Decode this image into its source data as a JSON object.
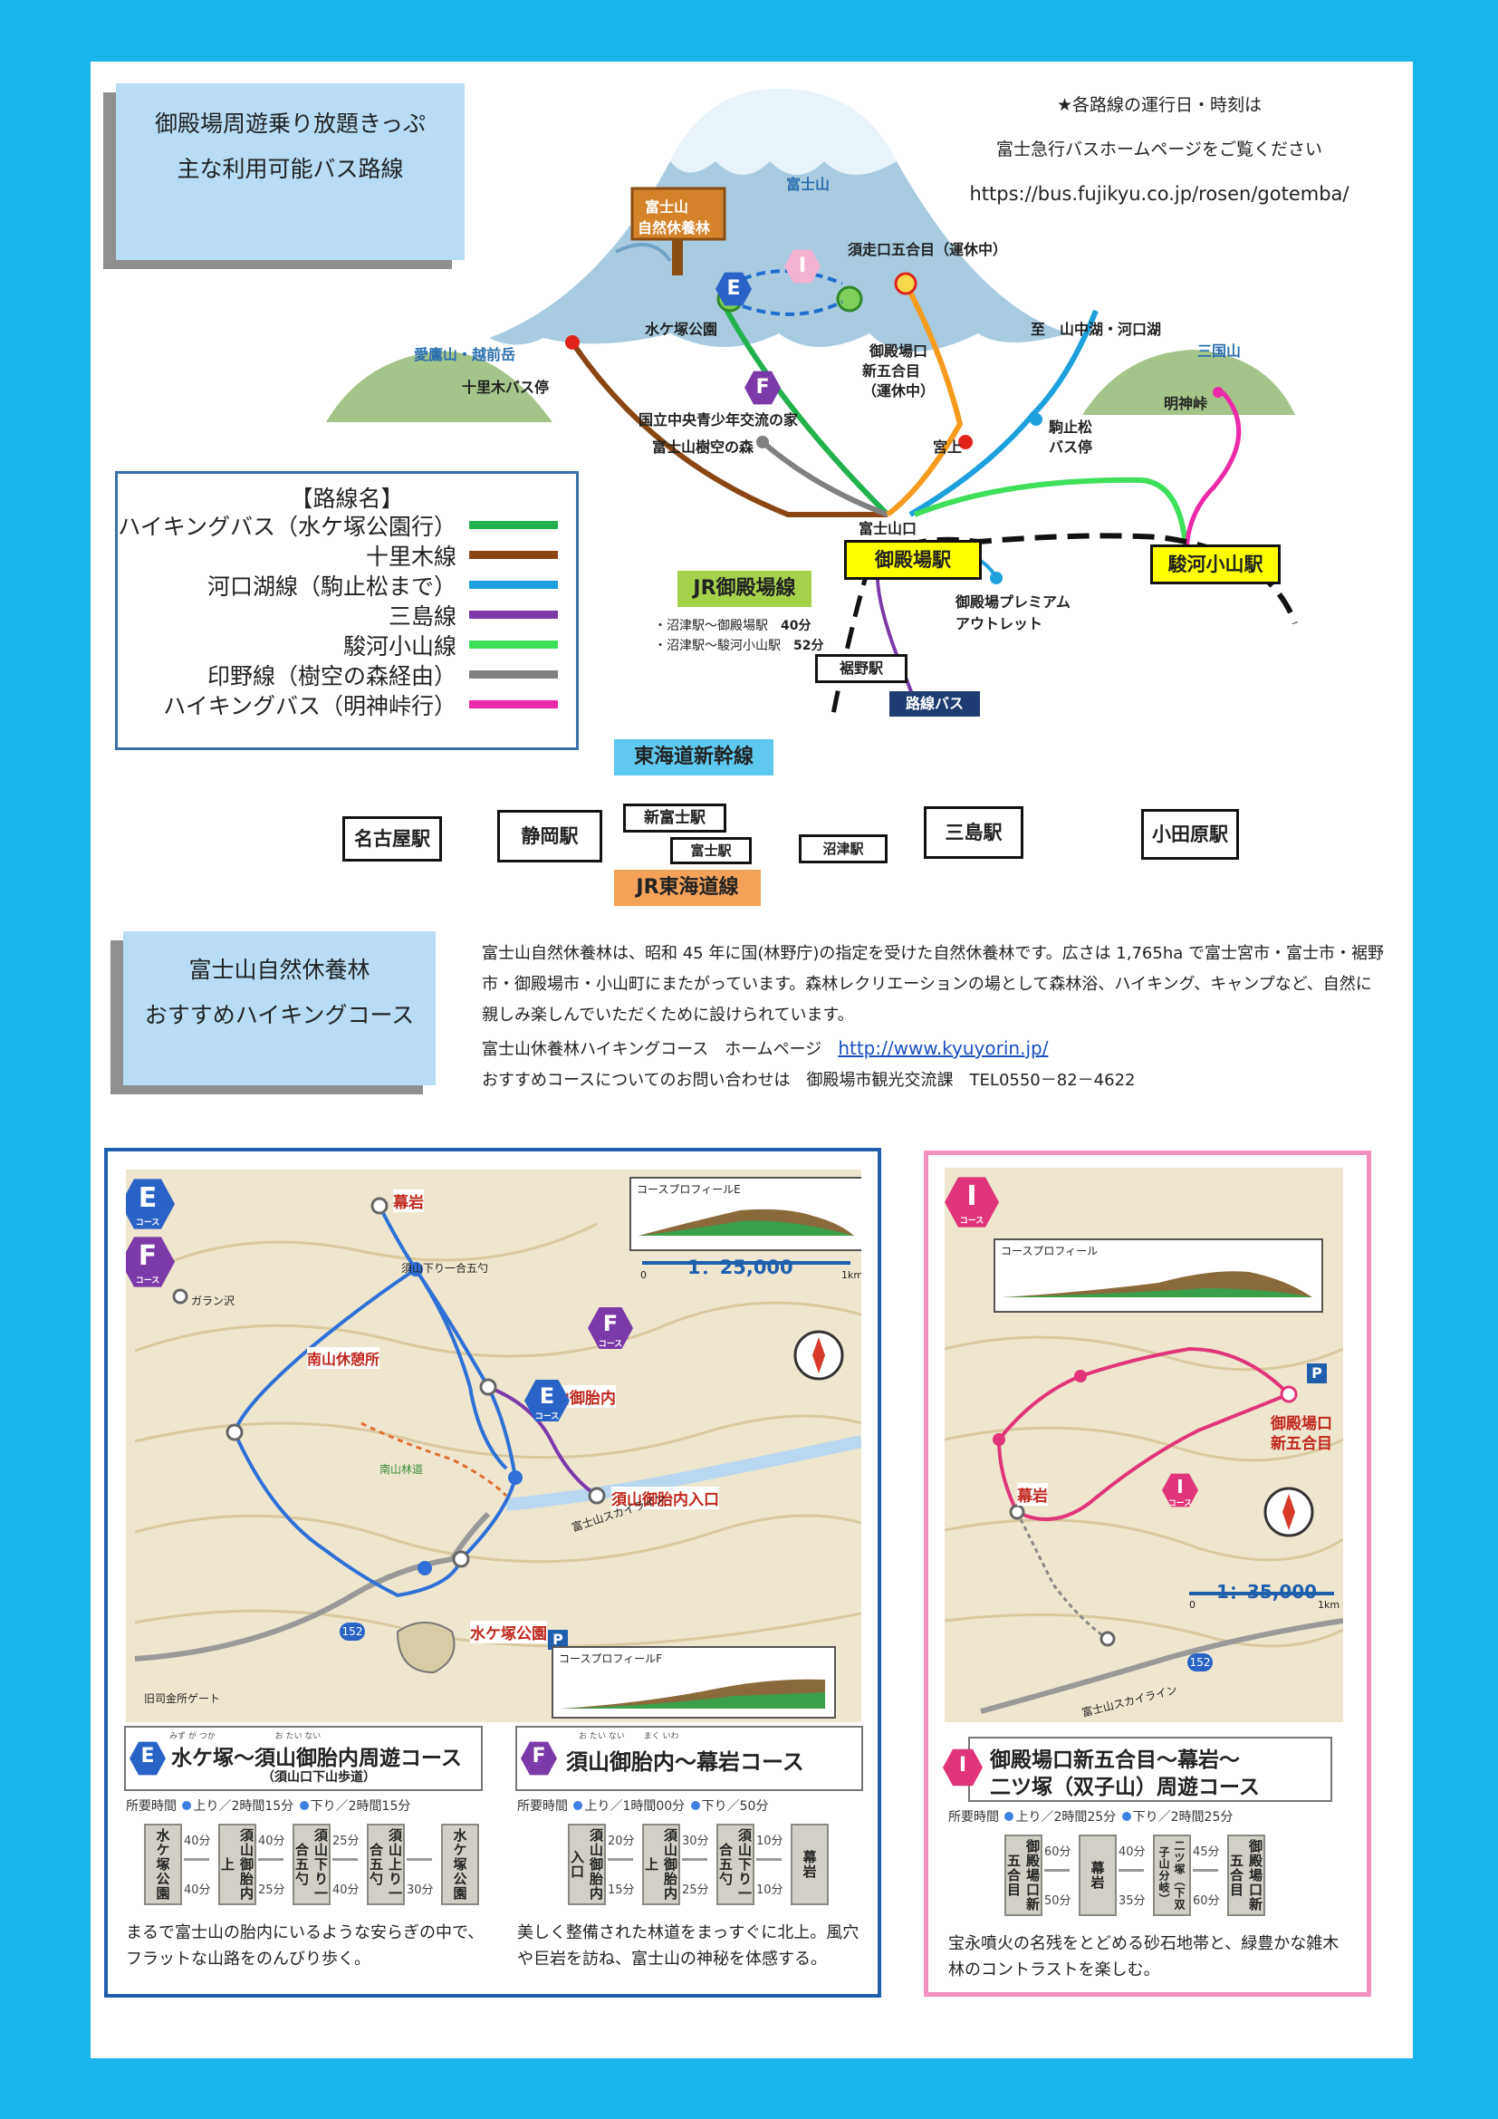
{
  "header": {
    "title_line1": "御殿場周遊乗り放題きっぷ",
    "title_line2": "主な利用可能バス路線",
    "notice_line1": "★各路線の運行日・時刻は",
    "notice_line2": "富士急行バスホームページをご覧ください",
    "notice_url": "https://bus.fujikyu.co.jp/rosen/gotemba/"
  },
  "legend": {
    "title": "【路線名】",
    "routes": [
      {
        "label": "ハイキングバス（水ケ塚公園行）",
        "color": "#22b14c"
      },
      {
        "label": "十里木線",
        "color": "#8b4513"
      },
      {
        "label": "河口湖線（駒止松まで）",
        "color": "#1ea0dc"
      },
      {
        "label": "三島線",
        "color": "#7b3aa8"
      },
      {
        "label": "駿河小山線",
        "color": "#3ee05a"
      },
      {
        "label": "印野線（樹空の森経由）",
        "color": "#808080"
      },
      {
        "label": "ハイキングバス（明神峠行）",
        "color": "#ec2aa8"
      }
    ]
  },
  "map_labels": {
    "fujisan": "富士山",
    "forest_sign1": "富士山",
    "forest_sign2": "自然休養林",
    "subashiri": "須走口五合目（運休中）",
    "mizugatsuka": "水ケ塚公園",
    "gotemba5_1": "御殿場口",
    "gotemba5_2": "新五合目",
    "gotemba5_3": "（運休中）",
    "yamanakako": "至　山中湖・河口湖",
    "ashitaka": "愛鷹山・越前岳",
    "jurigi": "十里木バス停",
    "mikuniyama": "三国山",
    "myojin": "明神峠",
    "youth": "国立中央青少年交流の家",
    "jukuu": "富士山樹空の森",
    "miyakami": "宮上",
    "komadome1": "駒止松",
    "komadome2": "バス停",
    "fujisanguchi": "富士山口",
    "gotemba_st": "御殿場駅",
    "oyama_st": "駿河小山駅",
    "outlet1": "御殿場プレミアム",
    "outlet2": "アウトレット",
    "jr_gotemba": "JR御殿場線",
    "time1": "・沼津駅～御殿場駅",
    "time1v": "40分",
    "time2": "・沼津駅～駿河小山駅",
    "time2v": "52分",
    "susono": "裾野駅",
    "rosen_bus": "路線バス",
    "shinkansen": "東海道新幹線",
    "nagoya": "名古屋駅",
    "shizuoka": "静岡駅",
    "shinfuji": "新富士駅",
    "fuji": "富士駅",
    "numazu": "沼津駅",
    "mishima": "三島駅",
    "odawara": "小田原駅",
    "jr_tokaido": "JR東海道線",
    "hex_e": "E",
    "hex_f": "F",
    "hex_i": "I"
  },
  "section2": {
    "title_line1": "富士山自然休養林",
    "title_line2": "おすすめハイキングコース",
    "para": "富士山自然休養林は、昭和 45 年に国(林野庁)の指定を受けた自然休養林です。広さは 1,765ha で富士宮市・富士市・裾野市・御殿場市・小山町にまたがっています。森林レクリエーションの場として森林浴、ハイキング、キャンプなど、自然に親しみ楽しんでいただくために設けられています。",
    "hp_label": "富士山休養林ハイキングコース　ホームページ",
    "hp_url": "http://www.kyuyorin.jp/",
    "contact": "おすすめコースについてのお問い合わせは　御殿場市観光交流課　TEL0550－82－4622"
  },
  "map_ef": {
    "profile_e": "コースプロフィールE",
    "profile_f": "コースプロフィールF",
    "scale": "1：25,000",
    "scale_0": "0",
    "scale_1": "1km",
    "l_makuiwa": "幕岩",
    "l_taina": "須山御胎内",
    "l_taina_entry": "須山御胎内入口",
    "l_minamiyama": "南山休憩所",
    "l_mizu": "水ケ塚公園",
    "l_skyline": "富士山スカイライン",
    "l_gate": "旧司金所ゲート",
    "l_garan": "ガラン沢",
    "l_suyama5": "須山下り一合五勺",
    "l_minami_path": "南山林道",
    "route_152": "152",
    "hex_small": "コース"
  },
  "course_e": {
    "ruby": "みず が つか　　　　　　　 お たい ない",
    "title": "水ケ塚～須山御胎内周遊コース",
    "subtitle": "（須山口下山歩道）",
    "req_label": "所要時間",
    "req_up": "上り／2時間15分",
    "req_down": "下り／2時間15分",
    "steps": [
      "水ケ塚公園",
      "須山御胎内上",
      "須山下り一合五勺",
      "須山上り一合五勺",
      "水ケ塚公園"
    ],
    "up_times": [
      "40分",
      "40分",
      "25分"
    ],
    "down_times": [
      "40分",
      "25分",
      "40分",
      "30分"
    ],
    "desc": "まるで富士山の胎内にいるような安らぎの中で、フラットな山路をのんびり歩く。"
  },
  "course_f": {
    "ruby": "お たい ない　　 まく いわ",
    "title": "須山御胎内～幕岩コース",
    "req_label": "所要時間",
    "req_up": "上り／1時間00分",
    "req_down": "下り／50分",
    "steps": [
      "須山御胎内入口",
      "須山御胎内上",
      "須山下り一合五勺",
      "幕岩"
    ],
    "up_times": [
      "20分",
      "30分",
      "10分"
    ],
    "down_times": [
      "15分",
      "25分",
      "10分"
    ],
    "desc": "美しく整備された林道をまっすぐに北上。風穴や巨岩を訪ね、富士山の神秘を体感する。"
  },
  "map_i": {
    "profile_i": "コースプロフィール",
    "scale": "1：35,000",
    "scale_0": "0",
    "scale_1": "1km",
    "l_gotemba1": "御殿場口",
    "l_gotemba2": "新五合目",
    "l_makuiwa": "幕岩",
    "route_152": "152",
    "l_skyline": "富士山スカイライン",
    "hex_small": "コース"
  },
  "course_i": {
    "title_line1": "御殿場口新五合目～幕岩～",
    "title_line2": "二ツ塚（双子山）周遊コース",
    "req_label": "所要時間",
    "req_up": "上り／2時間25分",
    "req_down": "下り／2時間25分",
    "steps": [
      "御殿場口新五合目",
      "幕岩",
      "二ツ塚（下双子山分岐）",
      "御殿場口新五合目"
    ],
    "up_times": [
      "60分",
      "40分",
      "45分"
    ],
    "down_times": [
      "50分",
      "35分",
      "60分"
    ],
    "desc": "宝永噴火の名残をとどめる砂石地帯と、緑豊かな雑木林のコントラストを楽しむ。"
  }
}
